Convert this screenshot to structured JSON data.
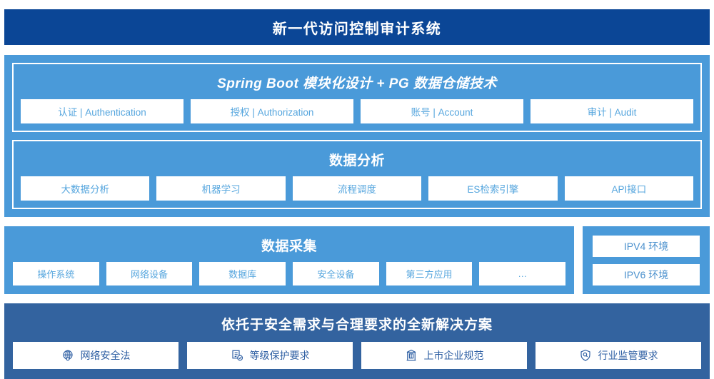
{
  "header": {
    "title": "新一代访问控制审计系统"
  },
  "colors": {
    "header_bg": "#0b4696",
    "panel_light": "#4a9ad9",
    "panel_mid": "#33639f",
    "chip_bg": "#ffffff",
    "chip_text_light": "#56a6de",
    "chip_text_dark": "#2e5fa3"
  },
  "platform": {
    "title": "Spring Boot 模块化设计 + PG 数据仓储技术",
    "modules": [
      {
        "label": "认证 | Authentication"
      },
      {
        "label": "授权 | Authorization"
      },
      {
        "label": "账号 | Account"
      },
      {
        "label": "审计 | Audit"
      }
    ]
  },
  "analysis": {
    "title": "数据分析",
    "items": [
      {
        "label": "大数据分析"
      },
      {
        "label": "机器学习"
      },
      {
        "label": "流程调度"
      },
      {
        "label": "ES检索引擎"
      },
      {
        "label": "API接口"
      }
    ]
  },
  "collection": {
    "title": "数据采集",
    "items": [
      {
        "label": "操作系统"
      },
      {
        "label": "网络设备"
      },
      {
        "label": "数据库"
      },
      {
        "label": "安全设备"
      },
      {
        "label": "第三方应用"
      },
      {
        "label": "…"
      }
    ]
  },
  "environments": {
    "items": [
      {
        "label": "IPV4 环境"
      },
      {
        "label": "IPV6 环境"
      }
    ]
  },
  "compliance": {
    "title": "依托于安全需求与合理要求的全新解决方案",
    "items": [
      {
        "label": "网络安全法",
        "icon": "globe-icon"
      },
      {
        "label": "等级保护要求",
        "icon": "document-check-icon"
      },
      {
        "label": "上市企业规范",
        "icon": "bank-building-icon"
      },
      {
        "label": "行业监管要求",
        "icon": "shield-search-icon"
      }
    ]
  }
}
